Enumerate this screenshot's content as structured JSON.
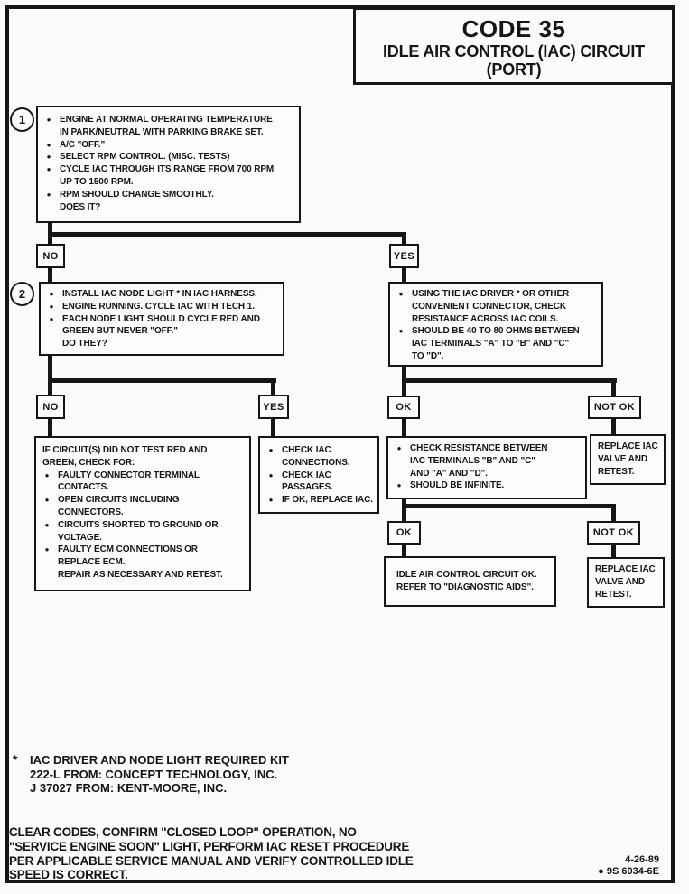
{
  "glyphs": {
    "bullet": "●"
  },
  "title": {
    "code": "CODE 35",
    "subtitle_line1": "IDLE AIR CONTROL (IAC) CIRCUIT",
    "subtitle_line2": "(PORT)"
  },
  "step_markers": {
    "one": "1",
    "two": "2"
  },
  "decisions": {
    "no": "NO",
    "yes": "YES",
    "ok": "OK",
    "not_ok": "NOT OK"
  },
  "flow": {
    "box1": {
      "items": [
        "ENGINE AT NORMAL OPERATING TEMPERATURE\nIN PARK/NEUTRAL WITH PARKING BRAKE SET.",
        "A/C \"OFF.\"",
        "SELECT RPM CONTROL.  (MISC. TESTS)",
        "CYCLE IAC THROUGH ITS RANGE FROM 700 RPM\nUP TO 1500 RPM.",
        "RPM SHOULD CHANGE SMOOTHLY.\nDOES IT?"
      ]
    },
    "box2": {
      "items": [
        "INSTALL IAC NODE LIGHT * IN IAC HARNESS.",
        "ENGINE RUNNING.  CYCLE IAC WITH TECH 1.",
        "EACH NODE LIGHT SHOULD CYCLE RED AND\nGREEN BUT NEVER \"OFF.\"\nDO THEY?"
      ]
    },
    "box3": {
      "items": [
        "USING THE IAC DRIVER * OR OTHER\nCONVENIENT CONNECTOR, CHECK\nRESISTANCE ACROSS IAC COILS.",
        "SHOULD BE 40 TO 80 OHMS BETWEEN\nIAC TERMINALS \"A\" TO \"B\" AND \"C\"\nTO \"D\"."
      ]
    },
    "box4": {
      "lead": "IF CIRCUIT(S) DID NOT TEST RED AND\nGREEN, CHECK FOR:",
      "items": [
        "FAULTY CONNECTOR TERMINAL\nCONTACTS.",
        "OPEN CIRCUITS INCLUDING\nCONNECTORS.",
        "CIRCUITS SHORTED TO GROUND OR\nVOLTAGE.",
        "FAULTY ECM CONNECTIONS OR\nREPLACE ECM.\nREPAIR AS NECESSARY AND RETEST."
      ]
    },
    "box5": {
      "items": [
        "CHECK IAC\nCONNECTIONS.",
        "CHECK IAC\nPASSAGES.",
        "IF OK, REPLACE IAC."
      ]
    },
    "box6": {
      "items": [
        "CHECK RESISTANCE BETWEEN\nIAC TERMINALS \"B\" AND \"C\"\nAND \"A\" AND \"D\".",
        "SHOULD BE INFINITE."
      ]
    },
    "box7": {
      "text": "REPLACE IAC\nVALVE AND\nRETEST."
    },
    "box8": {
      "text": "IDLE AIR CONTROL CIRCUIT OK.\nREFER TO \"DIAGNOSTIC AIDS\"."
    },
    "box9": {
      "text": "REPLACE IAC\nVALVE AND\nRETEST."
    }
  },
  "footnote": {
    "asterisk": "*",
    "text": "IAC DRIVER AND NODE LIGHT REQUIRED KIT\n222-L FROM:  CONCEPT TECHNOLOGY, INC.\nJ 37027 FROM:  KENT-MOORE, INC."
  },
  "footer": {
    "instructions": "CLEAR CODES, CONFIRM \"CLOSED LOOP\" OPERATION, NO\n\"SERVICE ENGINE SOON\" LIGHT, PERFORM IAC RESET PROCEDURE\nPER APPLICABLE SERVICE MANUAL AND VERIFY CONTROLLED IDLE\nSPEED IS CORRECT.",
    "date": "4-26-89",
    "doc_bullet": "●",
    "doc_number": "9S 6034-6E"
  }
}
